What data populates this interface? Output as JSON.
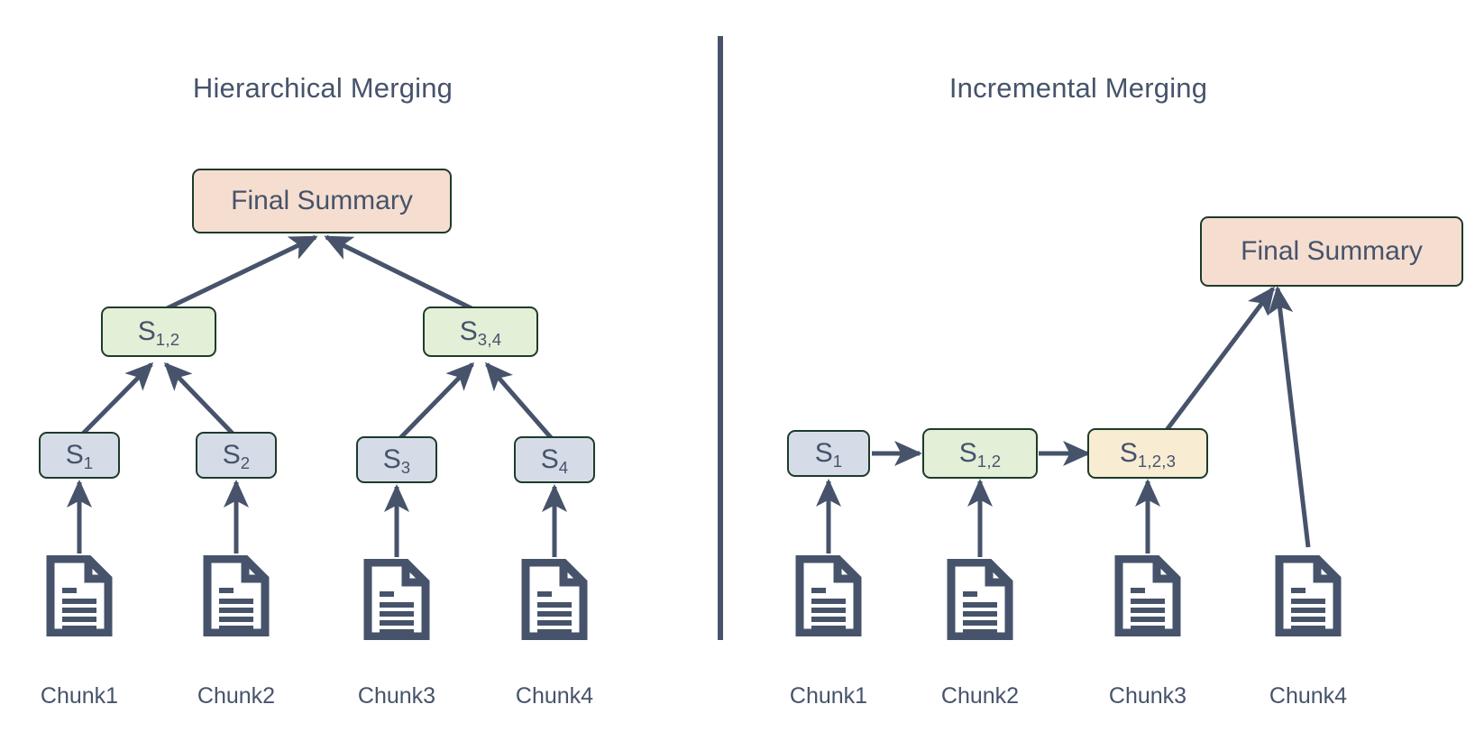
{
  "diagram": {
    "title_left": "Hierarchical Merging",
    "title_right": "Incremental Merging",
    "colors": {
      "summary_fill": "#f5ded0",
      "mid_fill": "#e3efd7",
      "leaf_fill": "#d5dce7",
      "incr_fill": "#f8ecd3",
      "stroke": "#1d3b2a",
      "arrow": "#46536b",
      "text": "#46536b",
      "divider": "#46536b",
      "background": "#ffffff"
    }
  },
  "left_panel": {
    "title": "Hierarchical Merging",
    "final": {
      "label": "Final Summary"
    },
    "mid": [
      {
        "base": "S",
        "sub": "1,2"
      },
      {
        "base": "S",
        "sub": "3,4"
      }
    ],
    "leaves": [
      {
        "base": "S",
        "sub": "1"
      },
      {
        "base": "S",
        "sub": "2"
      },
      {
        "base": "S",
        "sub": "3"
      },
      {
        "base": "S",
        "sub": "4"
      }
    ],
    "chunks": [
      "Chunk1",
      "Chunk2",
      "Chunk3",
      "Chunk4"
    ],
    "doc_icon": "document-icon"
  },
  "right_panel": {
    "title": "Incremental Merging",
    "final": {
      "label": "Final Summary"
    },
    "chain": [
      {
        "base": "S",
        "sub": "1"
      },
      {
        "base": "S",
        "sub": "1,2"
      },
      {
        "base": "S",
        "sub": "1,2,3"
      }
    ],
    "chunks": [
      "Chunk1",
      "Chunk2",
      "Chunk3",
      "Chunk4"
    ],
    "doc_icon": "document-icon"
  }
}
